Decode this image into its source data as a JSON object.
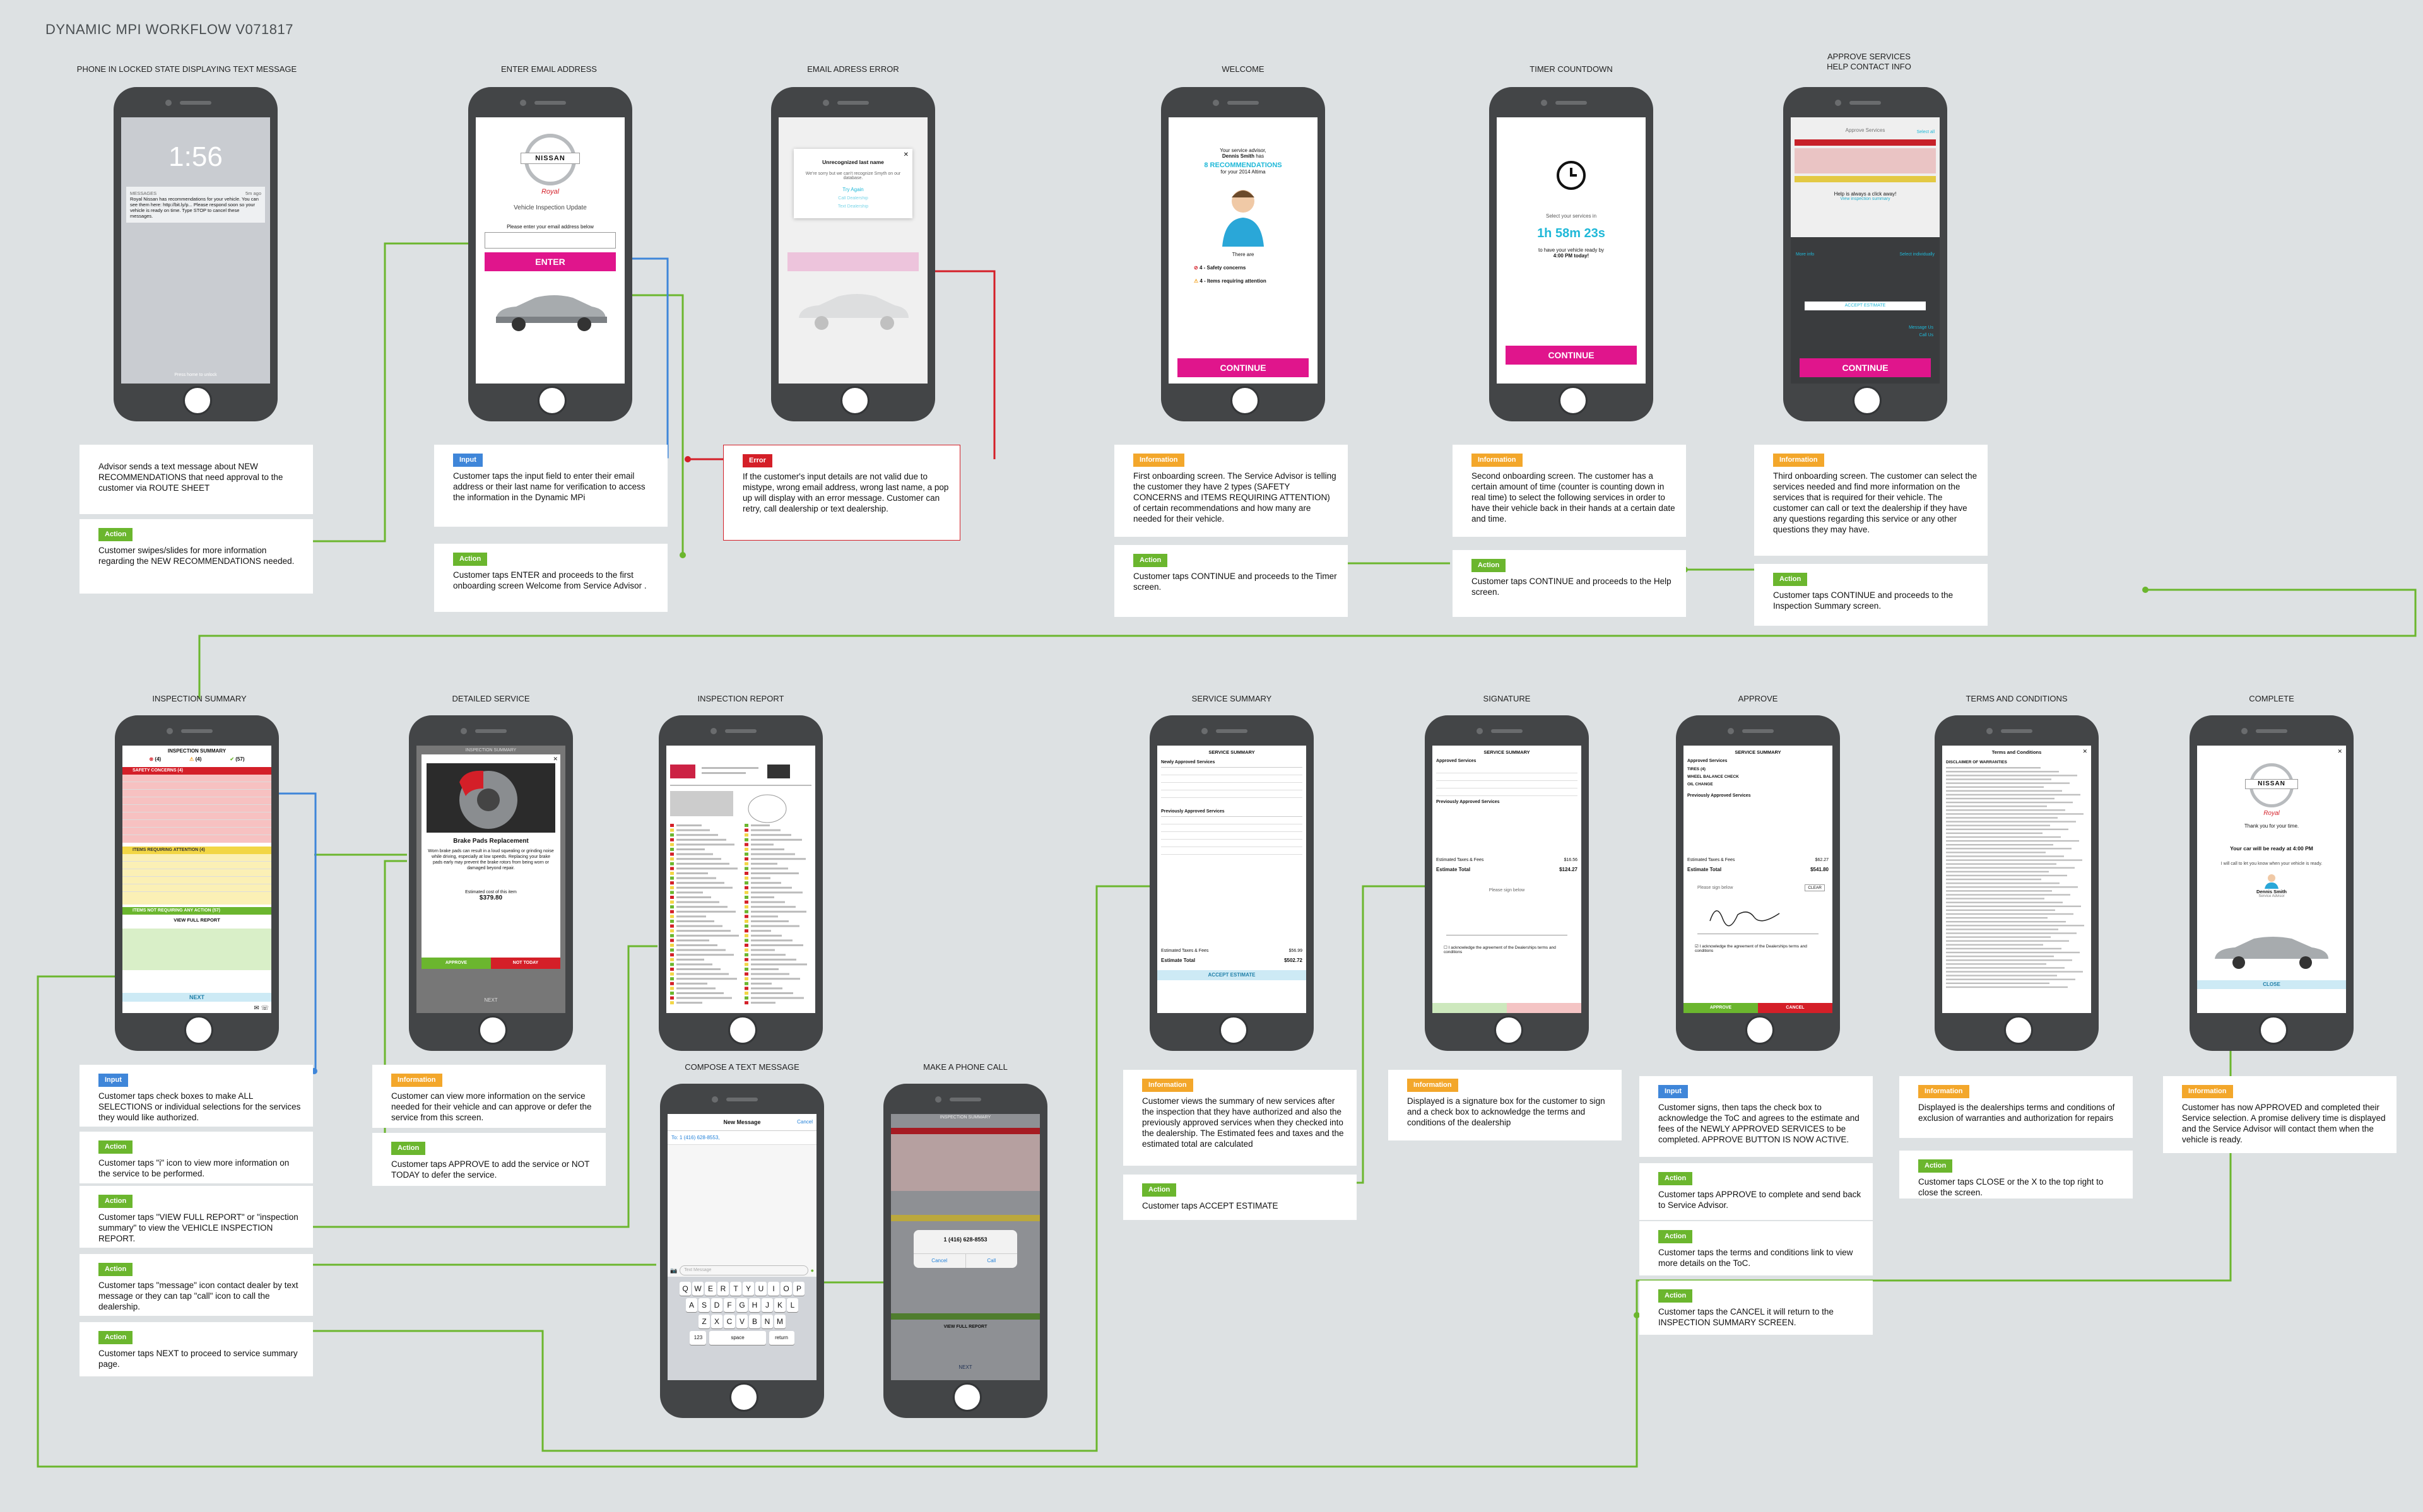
{
  "title": "DYNAMIC MPI WORKFLOW V071817",
  "screens": {
    "s1": {
      "label": "PHONE IN LOCKED STATE DISPLAYING TEXT MESSAGE",
      "time": "1:56",
      "msg_app": "MESSAGES",
      "msg_when": "5m ago",
      "msg_body": "Royal Nissan has recommendations for your vehicle. You can see them here: http://bit.ly/p... Please respond soon so your vehicle is ready on time. Type STOP to cancel these messages.",
      "hint": "Press home to unlock"
    },
    "s2": {
      "label": "ENTER EMAIL ADDRESS",
      "brand": "NISSAN",
      "dealer": "Royal",
      "subtitle": "Vehicle Inspection Update",
      "prompt": "Please enter your email address below",
      "button": "ENTER"
    },
    "s3": {
      "label": "EMAIL ADRESS ERROR",
      "popup_title": "Unrecognized last name",
      "popup_body": "We're sorry but we can't recognize Smyth on our database.",
      "opt1": "Try Again",
      "opt2": "Call Dealership",
      "opt3": "Text Dealership"
    },
    "s4": {
      "label": "WELCOME",
      "line1": "Your service advisor,",
      "advisor": "Dennis Smith",
      "line2": "has",
      "count": "8 RECOMMENDATIONS",
      "line3": "for your 2014 Altima",
      "there_are": "There are",
      "item1": "4 - Safety concerns",
      "item2": "4 - Items requiring attention",
      "button": "CONTINUE"
    },
    "s5": {
      "label": "TIMER COUNTDOWN",
      "line1": "Select your services in",
      "timer": "1h 58m 23s",
      "line2": "to have your vehicle ready by",
      "ready": "4:00 PM today!",
      "button": "CONTINUE"
    },
    "s6": {
      "label": "APPROVE SERVICES\nHELP CONTACT INFO",
      "top": "Approve Services",
      "help": "Help is always a click away!",
      "summary": "View inspection summary",
      "button": "CONTINUE",
      "accept": "ACCEPT ESTIMATE",
      "call1": "Select all",
      "call2": "More info",
      "call3": "Select individually",
      "call4": "Message Us",
      "call5": "Call Us"
    },
    "s7": {
      "label": "INSPECTION SUMMARY",
      "head": "INSPECTION SUMMARY",
      "c1": "(4)",
      "c2": "(4)",
      "c3": "(57)",
      "safety": "SAFETY CONCERNS (4)",
      "attention": "ITEMS REQUIRING ATTENTION (4)",
      "noaction": "ITEMS NOT REQUIRING ANY ACTION (57)",
      "report": "VIEW FULL REPORT",
      "next": "NEXT"
    },
    "s8": {
      "label": "DETAILED SERVICE",
      "head": "INSPECTION SUMMARY",
      "title": "Brake Pads Replacement",
      "body": "Worn brake pads can result in a loud squealing or grinding noise while driving, especially at low speeds. Replacing your brake pads early may prevent the brake rotors from being worn or damaged beyond repair.",
      "price_label": "Estimated cost of this item",
      "price": "$379.80",
      "approve": "APPROVE",
      "not_today": "NOT TODAY",
      "next": "NEXT"
    },
    "s9": {
      "label": "INSPECTION REPORT"
    },
    "s10": {
      "label": "COMPOSE A TEXT MESSAGE",
      "header": "New Message",
      "cancel": "Cancel",
      "to": "To: 1 (416) 628-8553,",
      "placeholder": "Text Message",
      "space": "space",
      "return": "return",
      "rows": [
        [
          "Q",
          "W",
          "E",
          "R",
          "T",
          "Y",
          "U",
          "I",
          "O",
          "P"
        ],
        [
          "A",
          "S",
          "D",
          "F",
          "G",
          "H",
          "J",
          "K",
          "L"
        ],
        [
          "Z",
          "X",
          "C",
          "V",
          "B",
          "N",
          "M"
        ]
      ]
    },
    "s11": {
      "label": "MAKE A PHONE CALL",
      "head": "INSPECTION SUMMARY",
      "number": "1 (416) 628-8553",
      "cancel": "Cancel",
      "call": "Call",
      "report": "VIEW FULL REPORT",
      "next": "NEXT"
    },
    "s12": {
      "label": "SERVICE SUMMARY",
      "head": "SERVICE SUMMARY",
      "approved": "Newly Approved Services",
      "previous": "Previously Approved Services",
      "taxes": "Estimated Taxes & Fees",
      "taxes_v": "$56.99",
      "total": "Estimate Total",
      "total_v": "$502.72",
      "accept": "ACCEPT ESTIMATE"
    },
    "s13": {
      "label": "SIGNATURE",
      "head": "SERVICE SUMMARY",
      "approved": "Approved Services",
      "previous": "Previously Approved Services",
      "taxes": "Estimated Taxes & Fees",
      "taxes_v": "$16.56",
      "total": "Estimate Total",
      "total_v": "$124.27",
      "sign": "Please sign below",
      "ack": "I acknowledge the agreement of the Dealerships terms and conditions"
    },
    "s14": {
      "label": "APPROVE",
      "head": "SERVICE SUMMARY",
      "approved": "Approved Services",
      "i1": "TIRES (4)",
      "i2": "WHEEL BALANCE CHECK",
      "i3": "OIL CHANGE",
      "previous": "Previously Approved Services",
      "taxes": "Estimated Taxes & Fees",
      "taxes_v": "$62.27",
      "total": "Estimate Total",
      "total_v": "$541.80",
      "sign": "Please sign below",
      "clear": "CLEAR",
      "ack": "I acknowledge the agreement of the Dealerships terms and conditions",
      "approve": "APPROVE",
      "cancel": "CANCEL"
    },
    "s15": {
      "label": "TERMS AND CONDITIONS",
      "head": "Terms and Conditions",
      "section": "DISCLAIMER OF WARRANTIES"
    },
    "s16": {
      "label": "COMPLETE",
      "brand": "NISSAN",
      "dealer": "Royal",
      "thanks": "Thank you for your time.",
      "ready": "Your car will be ready at 4:00 PM",
      "call": "I will call to let you know when your vehicle is ready.",
      "advisor": "Dennis Smith",
      "role": "Service Advisor",
      "close": "CLOSE"
    }
  },
  "notes": {
    "n1": {
      "tag": "",
      "text": "Advisor sends a text message about NEW RECOMMENDATIONS that need approval to the customer via ROUTE SHEET"
    },
    "n2": {
      "tag": "Action",
      "text": "Customer swipes/slides for more information regarding the NEW RECOMMENDATIONS needed."
    },
    "n3": {
      "tag": "Input",
      "text": "Customer taps the input field to enter their email address or their last name for verification to access the information in the Dynamic MPi"
    },
    "n4": {
      "tag": "Action",
      "text": "Customer taps ENTER and proceeds to the first onboarding screen Welcome from Service Advisor ."
    },
    "n5": {
      "tag": "Error",
      "text": "If the customer's input details are not valid due to mistype, wrong email address, wrong last name, a pop up will display with an error message. Customer can retry, call dealership or text dealership."
    },
    "n6": {
      "tag": "Information",
      "text": "First onboarding screen. The Service Advisor is telling the customer they have 2 types (SAFETY CONCERNS and ITEMS REQUIRING ATTENTION) of certain recommendations and how many are needed for their vehicle."
    },
    "n7": {
      "tag": "Action",
      "text": "Customer taps CONTINUE and proceeds to the Timer screen."
    },
    "n8": {
      "tag": "Information",
      "text": "Second onboarding screen. The customer has a certain amount of time (counter is counting down in real time) to select the following services in order to have their vehicle back in their hands at a certain date and time."
    },
    "n9": {
      "tag": "Action",
      "text": "Customer taps CONTINUE and proceeds to the Help screen."
    },
    "n10": {
      "tag": "Information",
      "text": "Third onboarding screen. The customer can select the services needed and find more information on the services that is required for their vehicle. The customer can call or text the dealership if they have any questions regarding this service or any other questions they may have."
    },
    "n11": {
      "tag": "Action",
      "text": "Customer taps CONTINUE and proceeds to the Inspection Summary screen."
    },
    "n12": {
      "tag": "Input",
      "text": "Customer taps check boxes to make ALL SELECTIONS or individual selections for the services they would like authorized."
    },
    "n13": {
      "tag": "Action",
      "text": "Customer taps \"i\" icon to view more information on the service to be performed."
    },
    "n14": {
      "tag": "Action",
      "text": "Customer taps \"VIEW FULL REPORT\" or \"inspection summary\" to view the VEHICLE INSPECTION REPORT."
    },
    "n15": {
      "tag": "Action",
      "text": "Customer taps \"message\" icon contact dealer by text message or they can tap \"call\" icon to call the dealership."
    },
    "n16": {
      "tag": "Action",
      "text": "Customer taps NEXT to proceed to service summary page."
    },
    "n17": {
      "tag": "Information",
      "text": "Customer can view more information on the service needed for their vehicle and can approve or defer the service from this screen."
    },
    "n18": {
      "tag": "Action",
      "text": "Customer taps APPROVE to add the service or NOT TODAY to defer the service."
    },
    "n19": {
      "tag": "Information",
      "text": "Customer views the summary of new services after the inspection that they have authorized and also the previously approved services when they checked into the dealership. The Estimated fees and taxes and the estimated total are calculated"
    },
    "n20": {
      "tag": "Action",
      "text": "Customer taps ACCEPT ESTIMATE"
    },
    "n21": {
      "tag": "Information",
      "text": "Displayed is a signature box for the customer to sign and a check box to acknowledge the terms and conditions of the dealership"
    },
    "n22": {
      "tag": "Input",
      "text": "Customer signs, then taps the check box to acknowledge the ToC and agrees to the estimate and fees of the NEWLY APPROVED SERVICES to be completed. APPROVE BUTTON IS NOW ACTIVE."
    },
    "n23": {
      "tag": "Action",
      "text": "Customer taps APPROVE to complete and send back to Service Advisor."
    },
    "n24": {
      "tag": "Action",
      "text": "Customer taps the terms and conditions link to view more details on the ToC."
    },
    "n25": {
      "tag": "Action",
      "text": "Customer taps the CANCEL it will return to the INSPECTION SUMMARY SCREEN."
    },
    "n26": {
      "tag": "Information",
      "text": "Displayed is the dealerships terms and conditions of exclusion of warranties and authorization for repairs"
    },
    "n27": {
      "tag": "Action",
      "text": "Customer taps CLOSE or the X to the top right to close the screen."
    },
    "n28": {
      "tag": "Information",
      "text": "Customer has now APPROVED and completed their Service selection. A promise delivery time is displayed and the Service Advisor will contact them when the vehicle is ready."
    }
  },
  "colors": {
    "magenta": "#e0158c",
    "cyan": "#1fb8d8",
    "red": "#d41f28",
    "green": "#6bb62e",
    "blue": "#3f86d9",
    "orange": "#f3a72b",
    "yellow": "#f2d645"
  }
}
